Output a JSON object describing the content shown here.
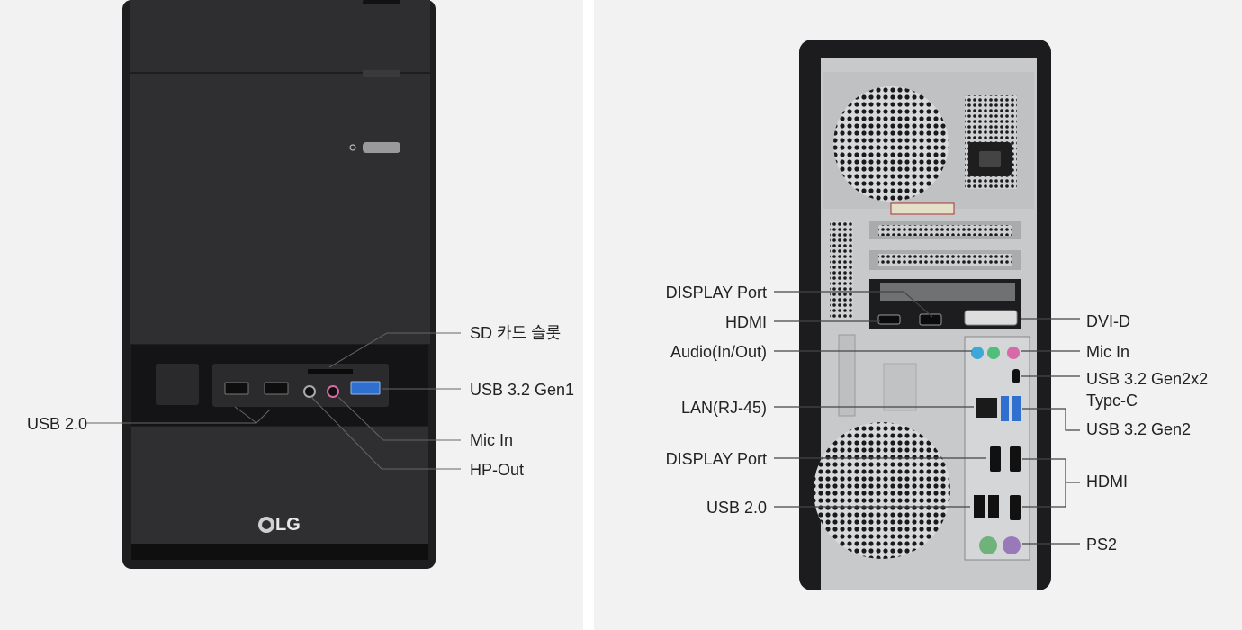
{
  "front": {
    "brand": "LG",
    "labels": {
      "sd_card_slot": "SD 카드 슬롯",
      "usb32_gen1": "USB 3.2 Gen1",
      "usb20": "USB 2.0",
      "mic_in": "Mic In",
      "hp_out": "HP-Out"
    }
  },
  "rear": {
    "labels": {
      "display_port_top": "DISPLAY Port",
      "hdmi_top": "HDMI",
      "audio": "Audio(In/Out)",
      "lan": "LAN(RJ-45)",
      "display_port_bottom": "DISPLAY Port",
      "usb20": "USB 2.0",
      "dvi_d": "DVI-D",
      "mic_in": "Mic In",
      "usb32_gen2x2_line1": "USB 3.2 Gen2x2",
      "usb32_gen2x2_line2": "Typc-C",
      "usb32_gen2": "USB 3.2 Gen2",
      "hdmi_right": "HDMI",
      "ps2": "PS2"
    }
  },
  "colors": {
    "case_black": "#2c2c2e",
    "case_dark": "#1c1c1e",
    "metal": "#c9cbcd",
    "usb3_blue": "#2f6fd0",
    "mic_pink": "#d96aa8",
    "audio_blue": "#3aa8d8",
    "audio_green": "#4fbf7a",
    "ps2_green": "#6fb27a",
    "ps2_purple": "#9a79b8"
  }
}
